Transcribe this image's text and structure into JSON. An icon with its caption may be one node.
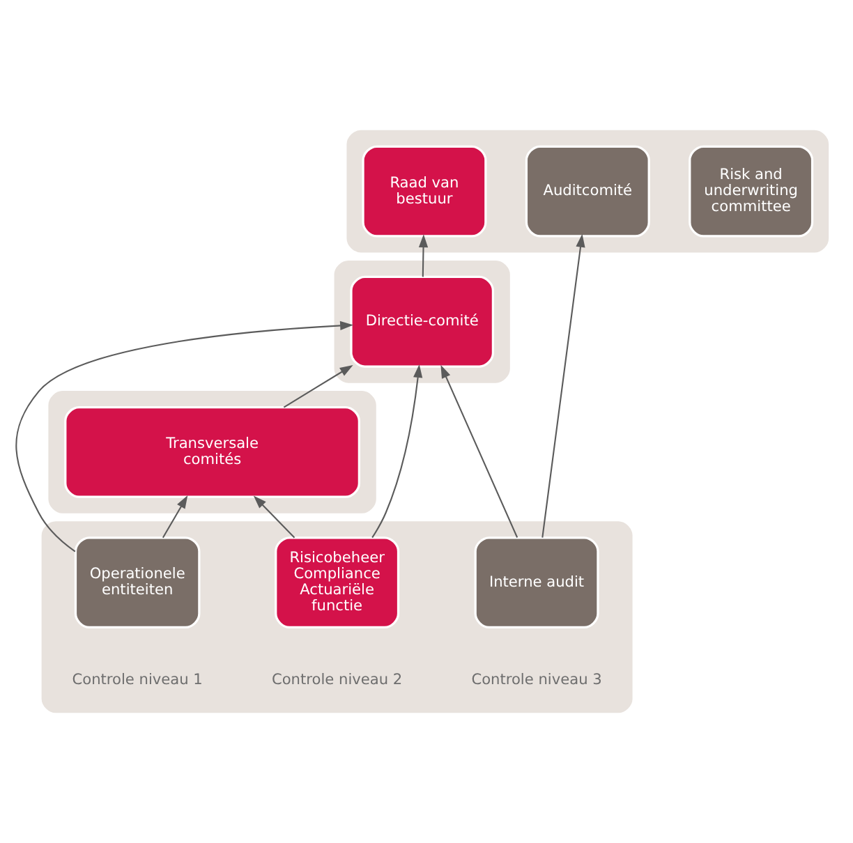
{
  "diagram": {
    "nodes": [
      {
        "text": [],
        "shape": "box"
      },
      {
        "text": [
          "Risk and underwriting committee"
        ],
        "in": 0
      },
      {
        "text": [
          "Raad van bestuur"
        ],
        "in": 0
      },
      {
        "text": [
          "Auditcomité"
        ],
        "in": 0
      },
      {
        "text": [],
        "shape": "box"
      },
      {
        "text": [
          "Directie-comité"
        ],
        "in": 4
      },
      {
        "text": [],
        "shape": "box"
      },
      {
        "text": [
          "Transversale comités"
        ],
        "in": 6
      },
      {
        "text": [],
        "shape": "box"
      },
      {
        "text": [
          "Operationele entiteiten"
        ],
        "in": 8
      },
      {
        "text": [
          "Risicobeheer",
          "Compliance",
          "Actuariële functie"
        ],
        "in": 8
      },
      {
        "text": [
          "Interne audit"
        ],
        "in": 8
      }
    ],
    "labels": [
      "Controle niveau 1",
      "Controle niveau 2",
      "Controle niveau 3"
    ],
    "edges": [
      {
        "from": 5,
        "to": 2,
        "arrow": "to"
      },
      {
        "from": 7,
        "to": 5,
        "arrow": "to"
      },
      {
        "from": 9,
        "to": 7,
        "arrow": "to"
      },
      {
        "from": 9,
        "to": 5,
        "arrow": "to"
      },
      {
        "from": 10,
        "to": 7,
        "arrow": "to"
      },
      {
        "from": 10,
        "to": 5,
        "arrow": "to"
      },
      {
        "from": 11,
        "to": 5,
        "arrow": "to"
      },
      {
        "from": 11,
        "to": 3,
        "arrow": "to"
      }
    ]
  }
}
